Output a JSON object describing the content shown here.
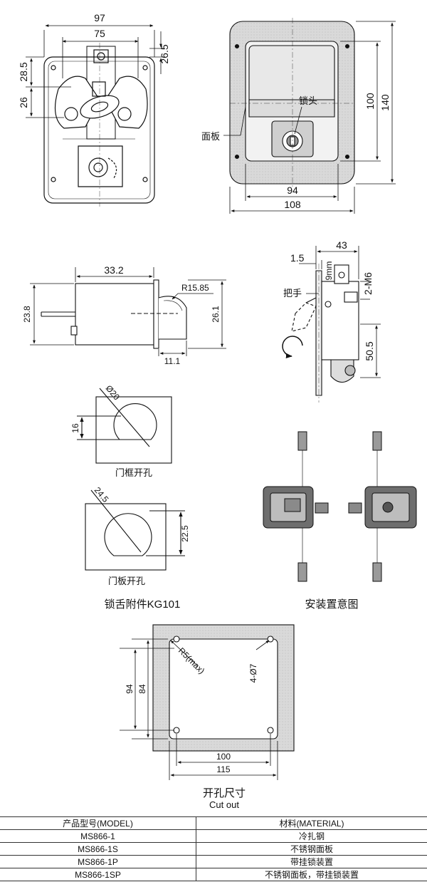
{
  "top_left_view": {
    "dims": {
      "width_outer": "97",
      "width_inner": "75",
      "height_top": "26.5",
      "left_a": "28.5",
      "left_b": "26"
    }
  },
  "top_right_view": {
    "dims": {
      "inner_w": "94",
      "outer_w": "108",
      "inner_h": "100",
      "outer_h": "140"
    },
    "labels": {
      "lock_head": "锁头",
      "panel": "面板"
    }
  },
  "tongue_view": {
    "dims": {
      "length": "33.2",
      "radius": "R15.85",
      "height_left": "23.8",
      "height_right": "26.1",
      "offset": "11.1"
    }
  },
  "side_view": {
    "dims": {
      "depth": "43",
      "thickness": "1.5",
      "nine": "9mm",
      "thread": "2-M6",
      "height": "50.5"
    },
    "labels": {
      "handle": "把手"
    }
  },
  "hole_frame": {
    "dims": {
      "dia": "Ø20",
      "h": "16"
    },
    "caption": "门框开孔"
  },
  "hole_door": {
    "dims": {
      "dia": "24.5",
      "h": "22.5"
    },
    "caption": "门板开孔"
  },
  "captions": {
    "tongue_set": "锁舌附件KG101",
    "install": "安装置意图"
  },
  "cutout": {
    "dims": {
      "radius": "R5(max)",
      "holes": "4-Ø7",
      "inner_h": "84",
      "outer_h": "94",
      "inner_w": "100",
      "outer_w": "115"
    },
    "title_cn": "开孔尺寸",
    "title_en": "Cut out"
  },
  "spec_table": {
    "header": [
      "产品型号(MODEL)",
      "材料(MATERIAL)"
    ],
    "rows": [
      [
        "MS866-1",
        "冷扎钢"
      ],
      [
        "MS866-1S",
        "不锈钢面板"
      ],
      [
        "MS866-1P",
        "带挂锁装置"
      ],
      [
        "MS866-1SP",
        "不锈钢面板，带挂锁装置"
      ]
    ]
  }
}
